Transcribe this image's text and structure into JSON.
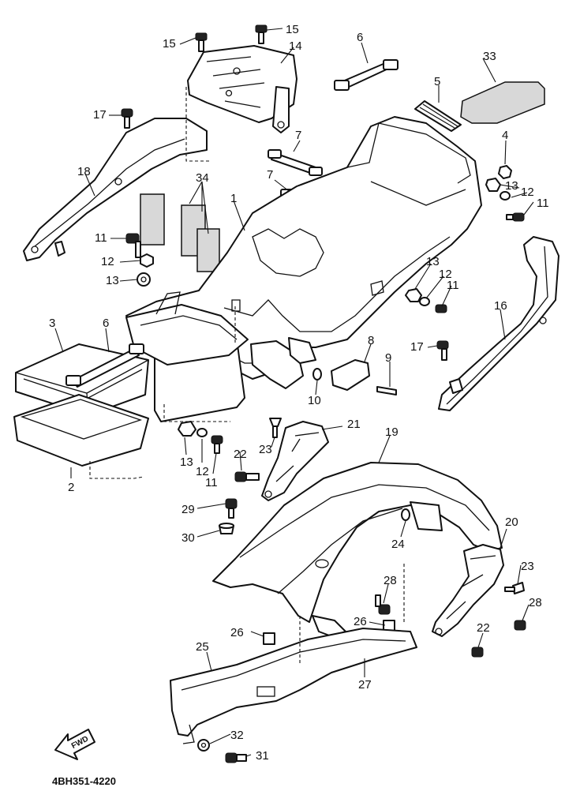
{
  "diagram": {
    "code": "4BH351-4220",
    "forward_label": "FWD",
    "callouts": {
      "c15a": "15",
      "c15b": "15",
      "c14": "14",
      "c6a": "6",
      "c33": "33",
      "c5": "5",
      "c17a": "17",
      "c4": "4",
      "c7a": "7",
      "c7b": "7",
      "c18": "18",
      "c34": "34",
      "c13a": "13",
      "c12a": "12",
      "c11a": "11",
      "c1": "1",
      "c11b": "11",
      "c12b": "12",
      "c13b": "13",
      "c13c": "13",
      "c12c": "12",
      "c11c": "11",
      "c3": "3",
      "c6b": "6",
      "c16": "16",
      "c8": "8",
      "c17b": "17",
      "c9": "9",
      "c10": "10",
      "c21": "21",
      "c19": "19",
      "c23a": "23",
      "c22a": "22",
      "c13d": "13",
      "c12d": "12",
      "c11d": "11",
      "c2": "2",
      "c29": "29",
      "c30": "30",
      "c24": "24",
      "c20": "20",
      "c23b": "23",
      "c28a": "28",
      "c28b": "28",
      "c26a": "26",
      "c26b": "26",
      "c25": "25",
      "c22b": "22",
      "c27": "27",
      "c32": "32",
      "c31": "31"
    }
  }
}
